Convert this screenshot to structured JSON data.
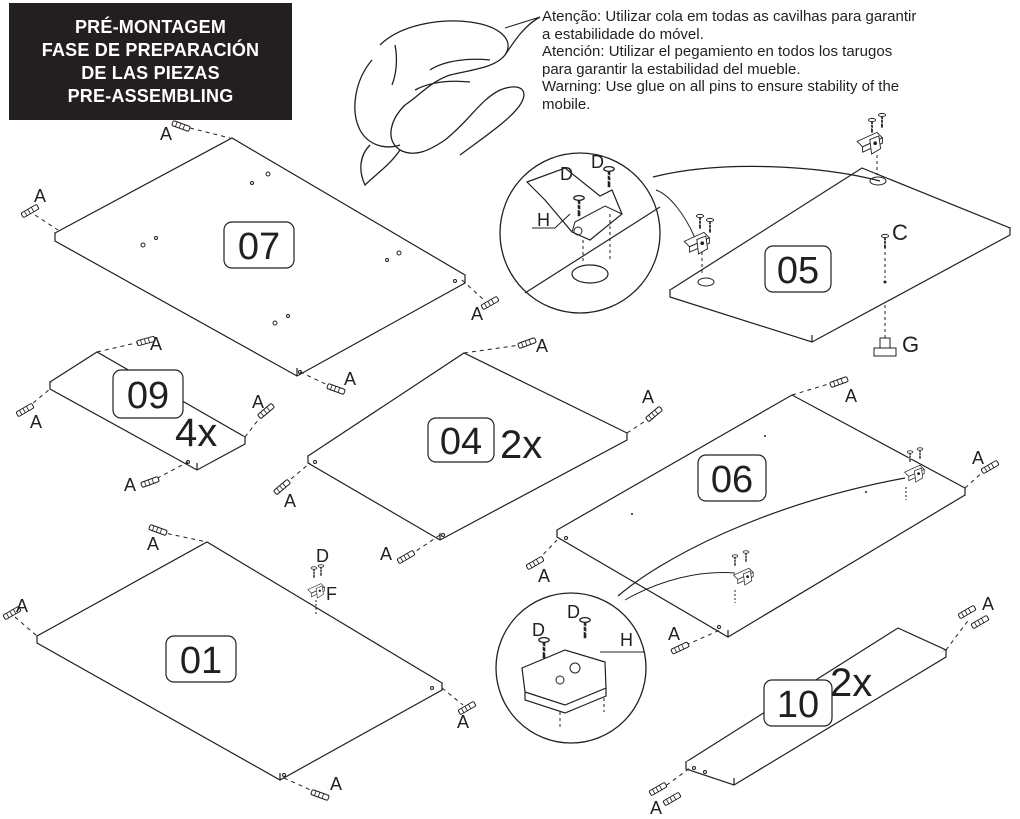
{
  "header": {
    "lines": [
      "PRÉ-MONTAGEM",
      "FASE DE PREPARACIÓN",
      "DE LAS PIEZAS",
      "PRE-ASSEMBLING"
    ]
  },
  "note": {
    "lines": [
      "Atenção: Utilizar cola em todas as cavilhas para garantir",
      "a estabilidade do móvel.",
      "Atención: Utilizar el pegamiento en todos los tarugos",
      "para garantir la estabilidad del mueble.",
      "Warning: Use glue on all pins to ensure stability of the",
      "mobile."
    ]
  },
  "panels": {
    "p07": "07",
    "p09": "09",
    "p09_qty": "4x",
    "p04": "04",
    "p04_qty": "2x",
    "p05": "05",
    "p06": "06",
    "p01": "01",
    "p10": "10",
    "p10_qty": "2x"
  },
  "parts": {
    "pin": "A",
    "cam_bolt": "D",
    "bracket": "H",
    "screw": "C",
    "foot": "G",
    "fitting": "F"
  },
  "colors": {
    "ink": "#231f20",
    "background": "#ffffff",
    "header_bg": "#231f20",
    "header_text": "#ffffff"
  },
  "icons": [
    "hand-glue-icon",
    "dowel-pin-icon",
    "screw-icon",
    "hinge-bracket-icon",
    "leveling-foot-icon"
  ]
}
